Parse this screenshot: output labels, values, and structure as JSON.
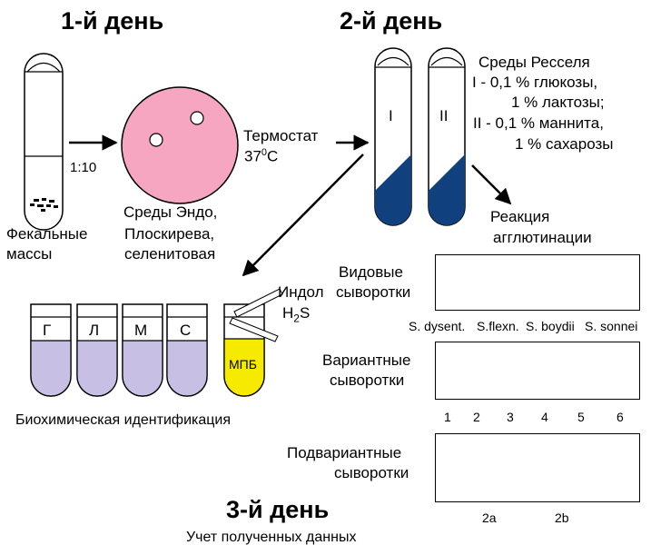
{
  "day1": {
    "title": "1-й день",
    "dilution": "1:10",
    "feces_label": [
      "Фекальные",
      "массы"
    ]
  },
  "media_label": [
    "Среды Эндо,",
    "Плоскирева,",
    "селенитовая"
  ],
  "thermostat": {
    "label": "Термостат",
    "temp_value": "37",
    "temp_sup": "0",
    "temp_unit": "C"
  },
  "day2": {
    "title": "2-й день",
    "tube_labels": [
      "I",
      "II"
    ]
  },
  "ressel": {
    "title": "Среды Ресселя",
    "lines": [
      "I - 0,1 % глюкозы,",
      "1 % лактозы;",
      "II - 0,1 % маннита,",
      "1 % сахарозы"
    ]
  },
  "agglutination": {
    "label": [
      "Реакция",
      "агглютинации"
    ]
  },
  "species_sera": {
    "label": [
      "Видовые",
      "сыворотки"
    ],
    "names": [
      "S. dysent.",
      "S.flexn.",
      "S. boydii",
      "S. sonnei"
    ]
  },
  "variant_sera": {
    "label": [
      "Вариантные",
      "сыворотки"
    ],
    "numbers": [
      "1",
      "2",
      "3",
      "4",
      "5",
      "6"
    ]
  },
  "subvariant_sera": {
    "label": [
      "Подвариантные",
      "сыворотки"
    ],
    "names": [
      "2a",
      "2b"
    ]
  },
  "biochem": {
    "tubes": [
      "Г",
      "Л",
      "М",
      "С",
      "МПБ"
    ],
    "indol": "Индол",
    "h2s": {
      "h": "H",
      "sub": "2",
      "s": "S"
    },
    "label": "Биохимическая идентификация"
  },
  "day3": {
    "title": "3-й день",
    "subtitle": "Учет полученных данных"
  },
  "colors": {
    "petri_dish": "#f6a6c0",
    "ressel_fill": "#10407e",
    "biochem_fill": "#c7c0e4",
    "mpb_fill": "#f5ea00"
  }
}
